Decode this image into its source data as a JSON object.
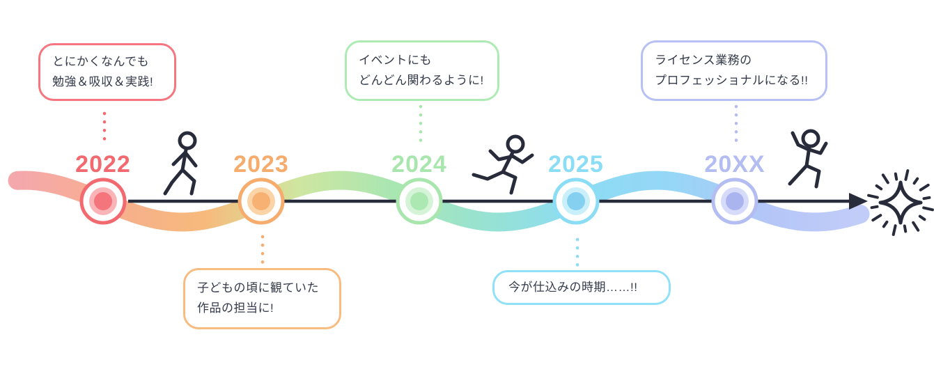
{
  "page": {
    "background": "#FFFFFF"
  },
  "timeline": {
    "arrow_color": "#272B3A",
    "text_color": "#333A49",
    "ribbon_gradient": [
      "#F5A8AC",
      "#F6AE8E",
      "#F7BA7C",
      "#CFE6A0",
      "#A9E6B2",
      "#97E2D2",
      "#8CDCF4",
      "#96D6F6",
      "#B4C6F7",
      "#C2CCF9"
    ],
    "milestones": [
      {
        "year": "2022",
        "color": "#F2696F",
        "color_light": "#F9B4B8",
        "color_core": "#F4757C",
        "bubble_position": "above",
        "bubble_lines": [
          "とにかくなんでも",
          "勉強＆吸収＆実践!"
        ]
      },
      {
        "year": "2023",
        "color": "#F6AC6C",
        "color_light": "#FAD4A6",
        "color_core": "#F7B172",
        "bubble_position": "below",
        "bubble_lines": [
          "子どもの頃に観ていた",
          "作品の担当に!"
        ]
      },
      {
        "year": "2024",
        "color": "#A8E6AD",
        "color_light": "#D5F3D6",
        "color_core": "#ABE8B2",
        "bubble_position": "above",
        "bubble_lines": [
          "イベントにも",
          "どんどん関わるように!"
        ]
      },
      {
        "year": "2025",
        "color": "#8ADDF5",
        "color_light": "#C9EFFA",
        "color_core": "#85CFF1",
        "bubble_position": "below",
        "bubble_lines": [
          "今が仕込みの時期……!!"
        ]
      },
      {
        "year": "20XX",
        "color": "#B3BDF2",
        "color_light": "#D6DBF9",
        "color_core": "#AAB5EF",
        "bubble_position": "above",
        "bubble_lines": [
          "ライセンス業務の",
          "プロフェッショナルになる!!"
        ]
      }
    ],
    "icons": [
      {
        "name": "walking-person-icon"
      },
      {
        "name": "running-person-icon"
      },
      {
        "name": "jumping-person-icon"
      },
      {
        "name": "sparkle-icon"
      }
    ]
  }
}
